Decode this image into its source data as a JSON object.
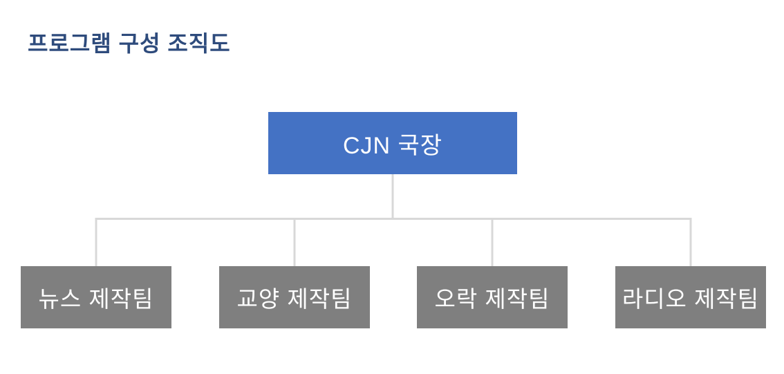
{
  "page": {
    "title": "프로그램 구성 조직도"
  },
  "org_chart": {
    "root": {
      "label": "CJN 국장"
    },
    "teams": [
      {
        "label": "뉴스 제작팀"
      },
      {
        "label": "교양 제작팀"
      },
      {
        "label": "오락 제작팀"
      },
      {
        "label": "라디오 제작팀"
      }
    ]
  },
  "colors": {
    "background": "#FFFFFF",
    "title_text": "#2E4B7C",
    "root_box_fill": "#4472C4",
    "team_box_fill": "#7F7F7F",
    "box_text": "#FFFFFF",
    "connector_line": "#D8D8D8"
  }
}
